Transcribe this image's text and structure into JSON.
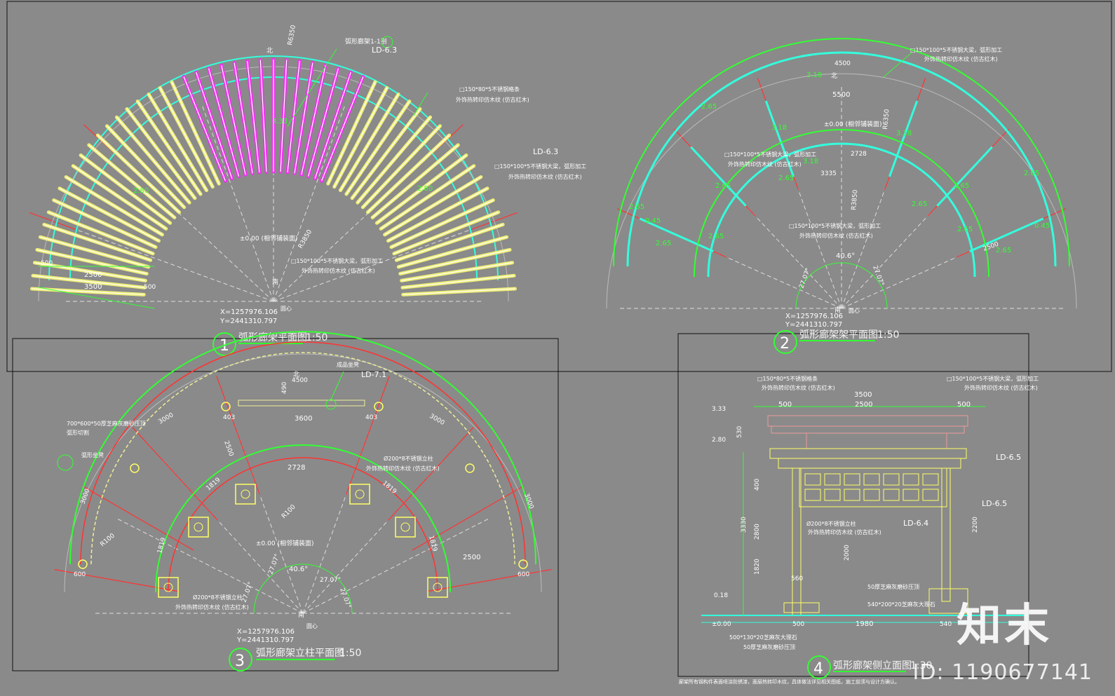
{
  "brand": "知末",
  "image_id": "ID: 1190677141",
  "drawings": [
    {
      "num": "1",
      "title": "弧形廊架平面图",
      "scale": "1:50"
    },
    {
      "num": "2",
      "title": "弧形廊架架平面图",
      "scale": "1:50"
    },
    {
      "num": "3",
      "title": "弧形廊架立柱平面图",
      "scale": "1:50"
    },
    {
      "num": "4",
      "title": "弧形廊架侧立面图",
      "scale": "1:30"
    }
  ],
  "coords": {
    "x": "X=1257976.106",
    "y": "Y=2441310.797"
  },
  "labels": {
    "north": "北",
    "south": "南",
    "center": "圆心",
    "elev0": "±0.00 (相邻铺装面)",
    "note1": "弧形廊架1-1剖",
    "ld63": "LD-6.3",
    "ld71": "LD-7.1",
    "ld64": "LD-6.4",
    "ld65": "LD-6.5",
    "steel150x80": "□150*80*5不锈钢格条",
    "woodgrain": "外饰热转印仿木纹 (仿古红木)",
    "steel150x100": "□150*100*5不锈钢大梁，弧形加工",
    "r6350": "R6350",
    "r3850": "R3850",
    "r100": "R100",
    "v333": "3.33",
    "v280": "2.80",
    "v318": "3.18",
    "v265": "2.65",
    "v045": "0.45",
    "d500": "500",
    "d2500": "2500",
    "d3500": "3500",
    "d4500": "4500",
    "d5500": "5500",
    "d3600": "3600",
    "d2728": "2728",
    "d3335": "3335",
    "d403": "403",
    "d490": "490",
    "d600": "600",
    "d3000": "3000",
    "d1819": "1819",
    "ang406": "40.6°",
    "ang2707": "27.07°",
    "col200": "Ø200*8不锈钢立柱",
    "plate700": "700*600*50厚芝麻灰磨砂压顶",
    "arc_seat": "弧形坐凳",
    "arc_cut": "弧形切割",
    "finished": "成品坐凳",
    "d1980": "1980",
    "d540": "540",
    "d560": "560",
    "d3330": "3330",
    "d2800": "2800",
    "d1820": "1820",
    "d2000": "2000",
    "d2200": "2200",
    "d400": "400",
    "d530": "530",
    "e333": "3.33",
    "e280": "2.80",
    "e018": "0.18",
    "e000": "±0.00",
    "granite50": "50厚芝麻灰磨砂压顶",
    "granite540": "540*200*20芝麻灰大理石",
    "granite500": "500*130*20芝麻灰大理石",
    "note_bottom": "廊架所有钢构件表面喷涂防锈漆，面层热转印木纹，具体做法详见相关图纸，施工前须与设计方确认。"
  }
}
